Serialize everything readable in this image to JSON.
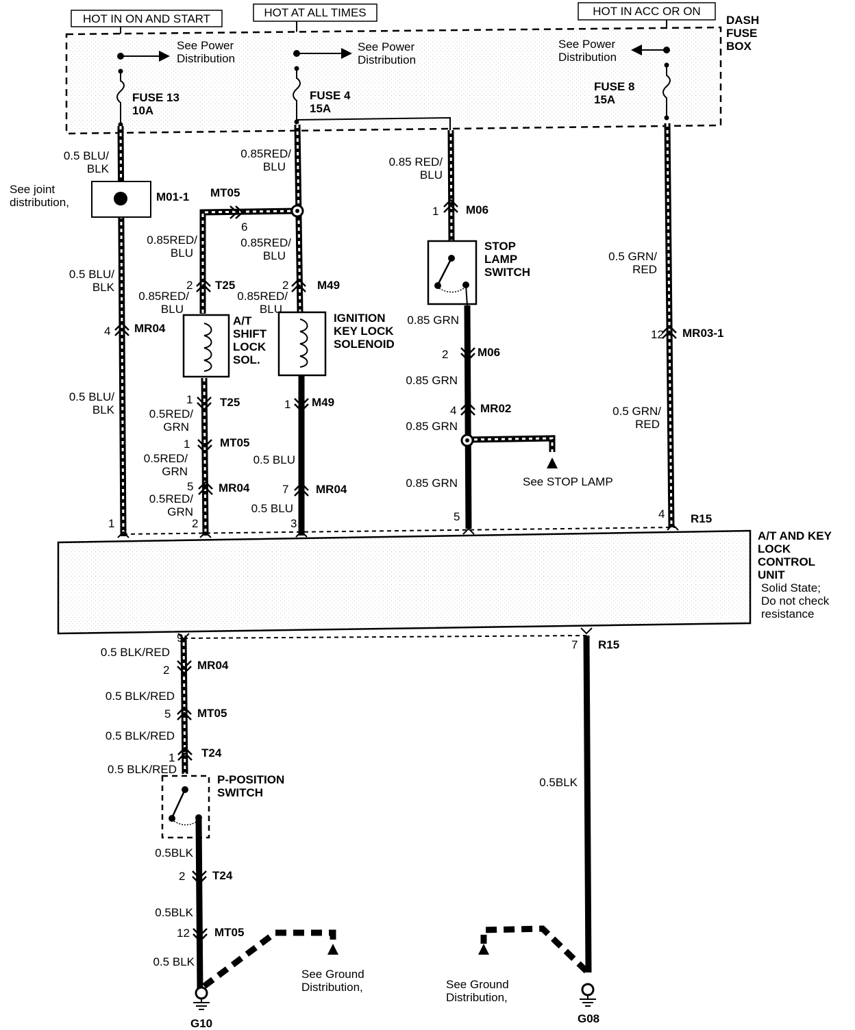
{
  "headers": {
    "hot_start": "HOT IN ON AND START",
    "hot_all": "HOT AT ALL TIMES",
    "hot_acc": "HOT IN ACC OR ON",
    "fuse_box": [
      "DASH",
      "FUSE",
      "BOX"
    ]
  },
  "see_power": [
    "See Power",
    "Distribution"
  ],
  "fuses": {
    "f13": [
      "FUSE 13",
      "10A"
    ],
    "f4": [
      "FUSE 4",
      "15A"
    ],
    "f8": [
      "FUSE 8",
      "15A"
    ]
  },
  "joint": {
    "note": [
      "See joint",
      "distribution,"
    ],
    "label": "M01-1"
  },
  "wires": {
    "blu_blk_1": [
      "0.5 BLU/",
      "BLK"
    ],
    "blu_blk_2": [
      "0.5 BLU/",
      "BLK"
    ],
    "blu_blk_3": [
      "0.5 BLU/",
      "BLK"
    ],
    "red_blu_a": [
      "0.85RED/",
      "BLU"
    ],
    "red_blu_b": [
      "0.85RED/",
      "BLU"
    ],
    "red_blu_c": [
      "0.85RED/",
      "BLU"
    ],
    "red_blu_d": [
      "0.85RED/",
      "BLU"
    ],
    "red_blu_e": [
      "0.85RED/",
      "BLU"
    ],
    "red_blu_f": [
      "0.85 RED/",
      "BLU"
    ],
    "red_grn_a": [
      "0.5RED/",
      "GRN"
    ],
    "red_grn_b": [
      "0.5RED/",
      "GRN"
    ],
    "red_grn_c": [
      "0.5RED/",
      "GRN"
    ],
    "blu_1": "0.5 BLU",
    "blu_2": "0.5 BLU",
    "grn_1": "0.85 GRN",
    "grn_2": "0.85 GRN",
    "grn_3": "0.85 GRN",
    "grn_4": "0.85 GRN",
    "grn_red_1": [
      "0.5 GRN/",
      "RED"
    ],
    "grn_red_2": [
      "0.5 GRN/",
      "RED"
    ],
    "blk_red_1": "0.5 BLK/RED",
    "blk_red_2": "0.5 BLK/RED",
    "blk_red_3": "0.5 BLK/RED",
    "blk_red_4": "0.5 BLK/RED",
    "blk_1": "0.5BLK",
    "blk_2": "0.5BLK",
    "blk_3": "0.5 BLK",
    "blk_4": "0.5BLK"
  },
  "connectors": {
    "mt05_top": {
      "name": "MT05",
      "pin": "6"
    },
    "t25_a": {
      "name": "T25",
      "pin": "2"
    },
    "m49_a": {
      "name": "M49",
      "pin": "2"
    },
    "m06_a": {
      "name": "M06",
      "pin": "1"
    },
    "mr04_a": {
      "name": "MR04",
      "pin": "4"
    },
    "m06_b": {
      "name": "M06",
      "pin": "2"
    },
    "mr03": {
      "name": "MR03-1",
      "pin": "12"
    },
    "t25_b": {
      "name": "T25",
      "pin": "1"
    },
    "m49_b": {
      "name": "M49",
      "pin": "1"
    },
    "mr02": {
      "name": "MR02",
      "pin": "4"
    },
    "mt05_b": {
      "name": "MT05",
      "pin": "1"
    },
    "mr04_b": {
      "name": "MR04",
      "pin": "5"
    },
    "mr04_c": {
      "name": "MR04",
      "pin": "7"
    },
    "mr04_d": {
      "name": "MR04",
      "pin": "2"
    },
    "mt05_c": {
      "name": "MT05",
      "pin": "5"
    },
    "t24_a": {
      "name": "T24",
      "pin": "1"
    },
    "t24_b": {
      "name": "T24",
      "pin": "2"
    },
    "mt05_d": {
      "name": "MT05",
      "pin": "12"
    }
  },
  "components": {
    "shift_lock": [
      "A/T",
      "SHIFT",
      "LOCK",
      "SOL."
    ],
    "ign_key": [
      "IGNITION",
      "KEY LOCK",
      "SOLENOID"
    ],
    "stop_switch": [
      "STOP",
      "LAMP",
      "SWITCH"
    ],
    "p_switch": [
      "P-POSITION",
      "SWITCH"
    ],
    "see_stop": "See STOP LAMP"
  },
  "control_unit": {
    "title": [
      "A/T AND KEY",
      "LOCK",
      "CONTROL",
      "UNIT"
    ],
    "note": [
      "Solid State;",
      "Do not check",
      "resistance"
    ],
    "conn_top": "R15",
    "conn_bot": "R15",
    "pins_top": [
      "1",
      "2",
      "3",
      "5",
      "4"
    ],
    "pins_bot": [
      "9",
      "7"
    ]
  },
  "grounds": {
    "see_ground": [
      "See Ground",
      "Distribution,"
    ],
    "g10": "G10",
    "g08": "G08"
  }
}
